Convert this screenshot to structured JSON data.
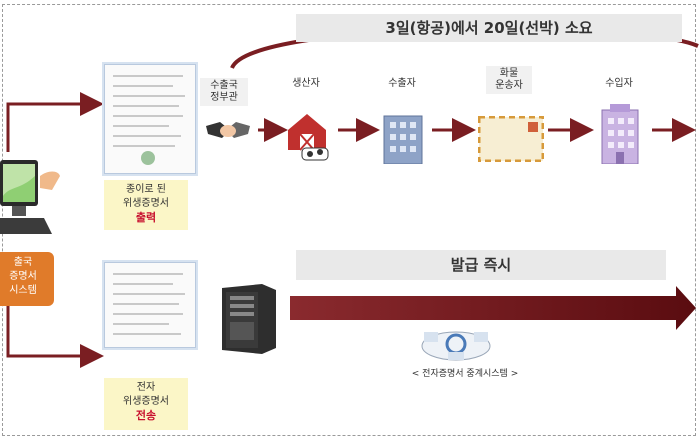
{
  "top_banner": "3일(항공)에서 20일(선박) 소요",
  "paper_caption": {
    "line1": "종이로 된",
    "line2": "위생증명서",
    "action": "출력"
  },
  "electronic_caption": {
    "line1": "전자",
    "line2": "위생증명서",
    "action": "전송"
  },
  "export_system": {
    "line1": "출국",
    "line2": "증명서",
    "line3": "시스템"
  },
  "stages": [
    {
      "line1": "수출국",
      "line2": "정부관"
    },
    {
      "line1": "생산자",
      "line2": ""
    },
    {
      "line1": "수출자",
      "line2": ""
    },
    {
      "line1": "화물",
      "line2": "운송자"
    },
    {
      "line1": "수입자",
      "line2": ""
    }
  ],
  "instant_banner": "발급 즉시",
  "relay_system": "< 전자증명서 중계시스템 >",
  "colors": {
    "dark_red": "#7a1e22",
    "orange": "#e07b2a",
    "caption_bg": "#fbf6c7",
    "banner_bg": "#e9e9e9"
  }
}
